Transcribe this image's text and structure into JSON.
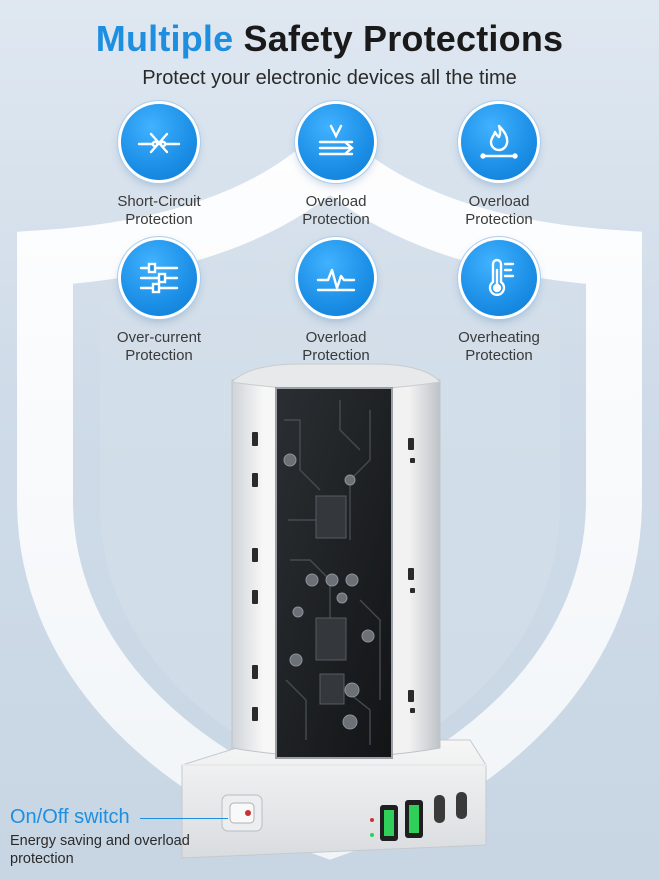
{
  "header": {
    "title_accent": "Multiple",
    "title_rest": "Safety Protections",
    "subtitle": "Protect your electronic devices all the time"
  },
  "features": [
    {
      "line1": "Short-Circuit",
      "line2": "Protection",
      "icon": "short-circuit-icon"
    },
    {
      "line1": "Overload",
      "line2": "Protection",
      "icon": "voltage-overload-icon"
    },
    {
      "line1": "Overload",
      "line2": "Protection",
      "icon": "fire-icon"
    },
    {
      "line1": "Over-current",
      "line2": "Protection",
      "icon": "current-sliders-icon"
    },
    {
      "line1": "Overload",
      "line2": "Protection",
      "icon": "waveform-icon"
    },
    {
      "line1": "Overheating",
      "line2": "Protection",
      "icon": "thermometer-icon"
    }
  ],
  "callout": {
    "title": "On/Off switch",
    "desc": "Energy saving and overload protection"
  },
  "colors": {
    "accent": "#1e8fe0",
    "background": "#d6e1ec"
  }
}
